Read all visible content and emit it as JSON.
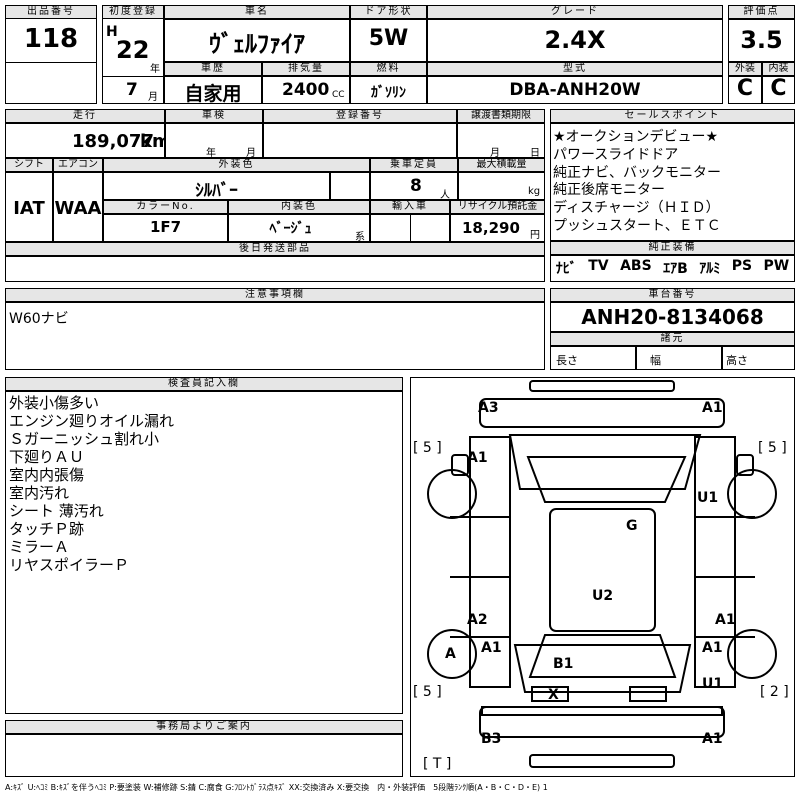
{
  "header": {
    "lot_label": "出品番号",
    "lot_value": "118",
    "first_reg_label": "初度登録",
    "era_letter": "H",
    "year_value": "22",
    "year_unit": "年",
    "month_value": "7",
    "month_unit": "月",
    "car_name_label": "車名",
    "car_name_value": "ｳﾞｪﾙﾌｧｲｱ",
    "door_label": "ドア形状",
    "door_value": "5W",
    "grade_label": "グレード",
    "grade_value": "2.4X",
    "score_label": "評価点",
    "score_value": "3.5",
    "ext_label": "外装",
    "ext_value": "C",
    "int_label": "内装",
    "int_value": "C",
    "history_label": "車歴",
    "history_value": "自家用",
    "disp_label": "排気量",
    "disp_value": "2400",
    "disp_unit": "CC",
    "fuel_label": "燃料",
    "fuel_value": "ｶﾞｿﾘﾝ",
    "model_label": "型式",
    "model_value": "DBA-ANH20W"
  },
  "row2": {
    "mileage_label": "走行",
    "mileage_value": "189,077",
    "mileage_unit": "km",
    "inspection_label": "車検",
    "inspection_year_unit": "年",
    "inspection_month_unit": "月",
    "regno_label": "登録番号",
    "transfer_label": "譲渡書類期限",
    "transfer_month_unit": "月",
    "transfer_day_unit": "日",
    "shift_label": "シフト",
    "shift_value": "IAT",
    "ac_label": "エアコン",
    "ac_value": "WAA",
    "ext_color_label": "外装色",
    "ext_color_value": "ｼﾙﾊﾞｰ",
    "capacity_label": "乗車定員",
    "capacity_value": "8",
    "capacity_unit": "人",
    "maxload_label": "最大積載量",
    "maxload_unit": "kg",
    "color_no_label": "カラーNo.",
    "color_no_value": "1F7",
    "int_color_label": "内装色",
    "int_color_value": "ﾍﾞｰｼﾞｭ",
    "int_color_unit": "系",
    "import_label": "輸入車",
    "recycle_label": "リサイクル預託金",
    "recycle_value": "18,290",
    "recycle_unit": "円",
    "later_parts_label": "後日発送部品"
  },
  "sales_points": {
    "label": "セールスポイント",
    "items": [
      "★オークションデビュー★",
      "パワースライドドア",
      "純正ナビ、バックモニター",
      "純正後席モニター",
      "ディスチャージ（ＨＩＤ）",
      "プッシュスタート、ＥＴＣ"
    ],
    "equip_label": "純正装備",
    "equipment": [
      "ﾅﾋﾞ",
      "TV",
      "ABS",
      "ｴｱB",
      "ｱﾙﾐ",
      "PS",
      "PW"
    ]
  },
  "notes": {
    "label": "注意事項欄",
    "text": "W60ナビ"
  },
  "chassis": {
    "label": "車台番号",
    "value": "ANH20-8134068",
    "dims_label": "諸元",
    "length_label": "長さ",
    "width_label": "幅",
    "height_label": "高さ"
  },
  "inspector": {
    "label": "検査員記入欄",
    "items": [
      "外装小傷多い",
      "エンジン廻りオイル漏れ",
      "Ｓガーニッシュ割れ小",
      "下廻りＡＵ",
      "室内内張傷",
      "室内汚れ",
      "シート 薄汚れ",
      "タッチＰ跡",
      "ミラーＡ",
      "リヤスポイラーＰ"
    ]
  },
  "diagram": {
    "marks": {
      "a3": "A3",
      "a1_tr": "A1",
      "bracket_tl": "[ 5 ]",
      "bracket_tr": "[ 5 ]",
      "a1_l": "A1",
      "u1_r": "U1",
      "g": "G",
      "u2": "U2",
      "a2_l": "A2",
      "a1_r": "A1",
      "a_circle": "A",
      "a1_l2": "A1",
      "a1_r2": "A1",
      "b1": "B1",
      "x": "X",
      "u1_r2": "U1",
      "bracket_bl": "[ 5 ]",
      "bracket_br": "[ 2 ]",
      "b3": "B3",
      "a1_br": "A1",
      "bracket_b": "[ T ]"
    }
  },
  "office": {
    "label": "事務局よりご案内"
  },
  "legend": "A:ｷｽﾞ U:ﾍｺﾐ B:ｷｽﾞを伴うﾍｺﾐ P:要塗装 W:補修跡 S:錆 C:腐食 G:ﾌﾛﾝﾄｶﾞﾗｽ点ｷｽﾞ XX:交換済み X:要交換　内・外装評価　5段階ﾗﾝｸ順(A・B・C・D・E) 1"
}
